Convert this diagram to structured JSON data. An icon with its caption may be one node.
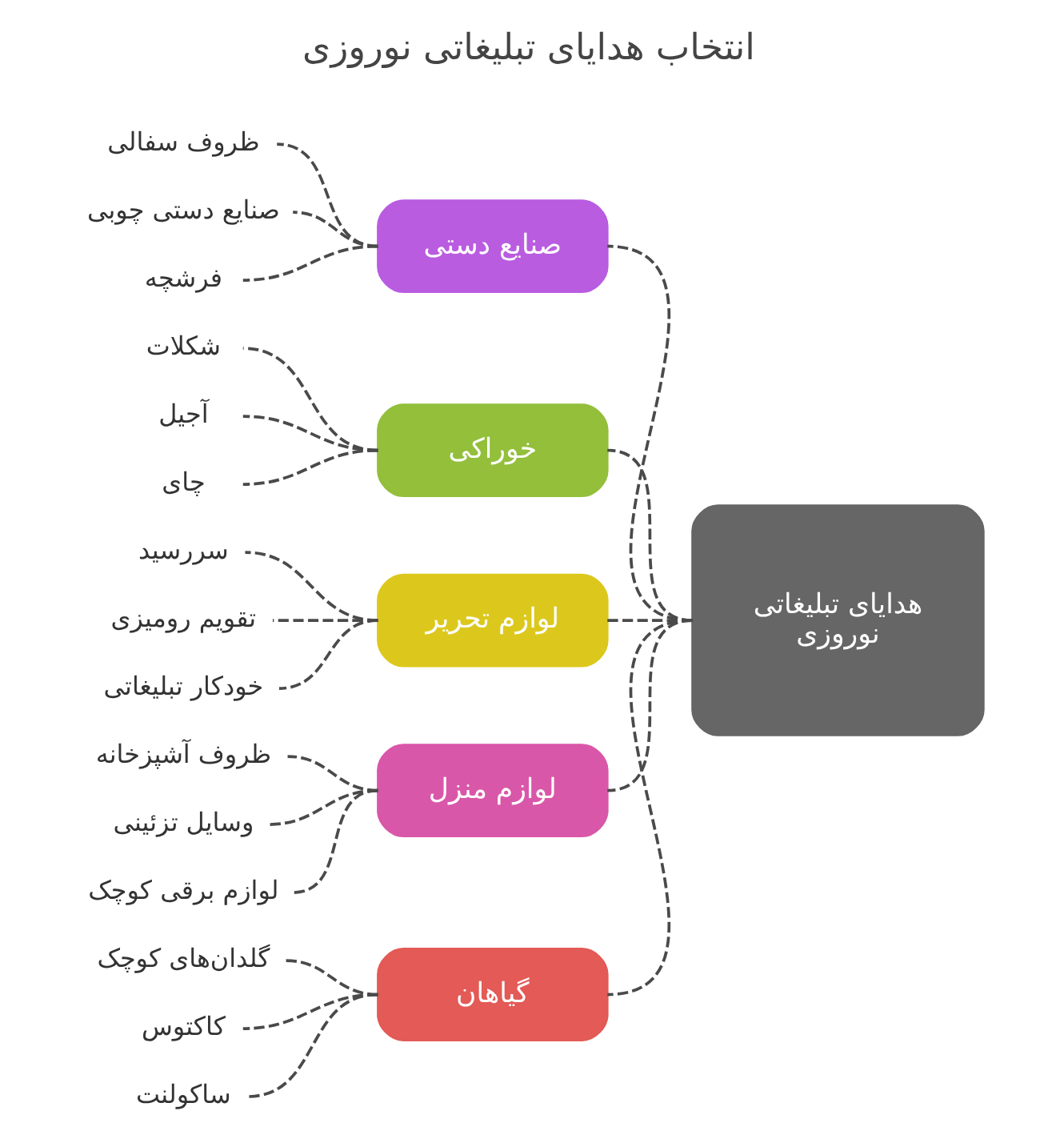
{
  "diagram": {
    "title": "انتخاب هدایای تبلیغاتی نوروزی",
    "nodes": [
      {
        "text": [
          "هدایای تبلیغاتی نوروزی"
        ]
      },
      {
        "text": [
          "صنایع دستی"
        ]
      },
      {
        "text": [
          "ظروف سفالی"
        ]
      },
      {
        "text": [
          "صنایع دستی چوبی"
        ]
      },
      {
        "text": [
          "فرشچه"
        ]
      },
      {
        "text": [
          "خوراکی"
        ]
      },
      {
        "text": [
          "شکلات"
        ]
      },
      {
        "text": [
          "آجیل"
        ]
      },
      {
        "text": [
          "چای"
        ]
      },
      {
        "text": [
          "لوازم تحریر"
        ]
      },
      {
        "text": [
          "سررسید"
        ]
      },
      {
        "text": [
          "تقویم رومیزی"
        ]
      },
      {
        "text": [
          "خودکار تبلیغاتی"
        ]
      },
      {
        "text": [
          "لوازم منزل"
        ]
      },
      {
        "text": [
          "ظروف آشپزخانه"
        ]
      },
      {
        "text": [
          "وسایل تزئینی"
        ]
      },
      {
        "text": [
          "لوازم برقی کوچک"
        ]
      },
      {
        "text": [
          "گیاهان"
        ]
      },
      {
        "text": [
          "گلدان‌های کوچک"
        ]
      },
      {
        "text": [
          "کاکتوس"
        ]
      },
      {
        "text": [
          "ساکولنت"
        ]
      }
    ],
    "edges": [
      {
        "from": 0,
        "to": 1,
        "arrow": "none",
        "style": "dashed"
      },
      {
        "from": 1,
        "to": 2,
        "arrow": "none",
        "style": "dashed"
      },
      {
        "from": 1,
        "to": 3,
        "arrow": "none",
        "style": "dashed"
      },
      {
        "from": 1,
        "to": 4,
        "arrow": "none",
        "style": "dashed"
      },
      {
        "from": 0,
        "to": 5,
        "arrow": "none",
        "style": "dashed"
      },
      {
        "from": 5,
        "to": 6,
        "arrow": "none",
        "style": "dashed"
      },
      {
        "from": 5,
        "to": 7,
        "arrow": "none",
        "style": "dashed"
      },
      {
        "from": 5,
        "to": 8,
        "arrow": "none",
        "style": "dashed"
      },
      {
        "from": 0,
        "to": 9,
        "arrow": "none",
        "style": "dashed"
      },
      {
        "from": 9,
        "to": 10,
        "arrow": "none",
        "style": "dashed"
      },
      {
        "from": 9,
        "to": 11,
        "arrow": "none",
        "style": "dashed"
      },
      {
        "from": 9,
        "to": 12,
        "arrow": "none",
        "style": "dashed"
      },
      {
        "from": 0,
        "to": 13,
        "arrow": "none",
        "style": "dashed"
      },
      {
        "from": 13,
        "to": 14,
        "arrow": "none",
        "style": "dashed"
      },
      {
        "from": 13,
        "to": 15,
        "arrow": "none",
        "style": "dashed"
      },
      {
        "from": 13,
        "to": 16,
        "arrow": "none",
        "style": "dashed"
      },
      {
        "from": 0,
        "to": 17,
        "arrow": "none",
        "style": "dashed"
      },
      {
        "from": 17,
        "to": 18,
        "arrow": "none",
        "style": "dashed"
      },
      {
        "from": 17,
        "to": 19,
        "arrow": "none",
        "style": "dashed"
      },
      {
        "from": 17,
        "to": 20,
        "arrow": "none",
        "style": "dashed"
      }
    ]
  }
}
